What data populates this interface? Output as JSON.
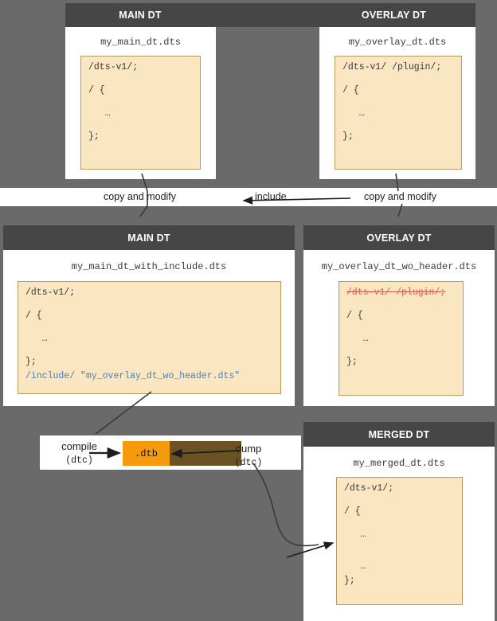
{
  "colors": {
    "background": "#6a6a6a",
    "header_bar": "#464646",
    "panel_body": "#ffffff",
    "code_bg": "#fae6c0",
    "code_border": "#b99a5e",
    "strike_red": "#e05a4a",
    "keyword_blue": "#4a7fb5",
    "dtb_orange": "#f59b0b",
    "dtb_tail_brown": "#6b5224"
  },
  "panels": {
    "top_main": {
      "header": "MAIN DT",
      "filename": "my_main_dt.dts",
      "code": [
        "/dts-v1/;",
        "/ {",
        "   …",
        "};"
      ]
    },
    "top_overlay": {
      "header": "OVERLAY DT",
      "filename": "my_overlay_dt.dts",
      "code": [
        "/dts-v1/ /plugin/;",
        "/ {",
        "   …",
        "};"
      ]
    },
    "mid_main": {
      "header": "MAIN DT",
      "filename": "my_main_dt_with_include.dts",
      "code": [
        "/dts-v1/;",
        "/ {",
        "   …",
        "};"
      ],
      "include_directive": "/include/",
      "include_target": "\"my_overlay_dt_wo_header.dts\""
    },
    "mid_overlay": {
      "header": "OVERLAY DT",
      "filename": "my_overlay_dt_wo_header.dts",
      "code_struck": "/dts-v1/ /plugin/;",
      "code": [
        "/ {",
        "   …",
        "};"
      ]
    },
    "merged": {
      "header": "MERGED DT",
      "filename": "my_merged_dt.dts",
      "code": [
        "/dts-v1/;",
        "/ {",
        "   …",
        "   …",
        "};"
      ]
    }
  },
  "edges": {
    "copy_modify_left": "copy and modify",
    "include": "include",
    "copy_modify_right": "copy and modify"
  },
  "pipeline": {
    "compile_label": "compile",
    "compile_tool": "(dtc)",
    "artifact": ".dtb",
    "dump_label": "dump",
    "dump_tool": "(dtc)"
  }
}
